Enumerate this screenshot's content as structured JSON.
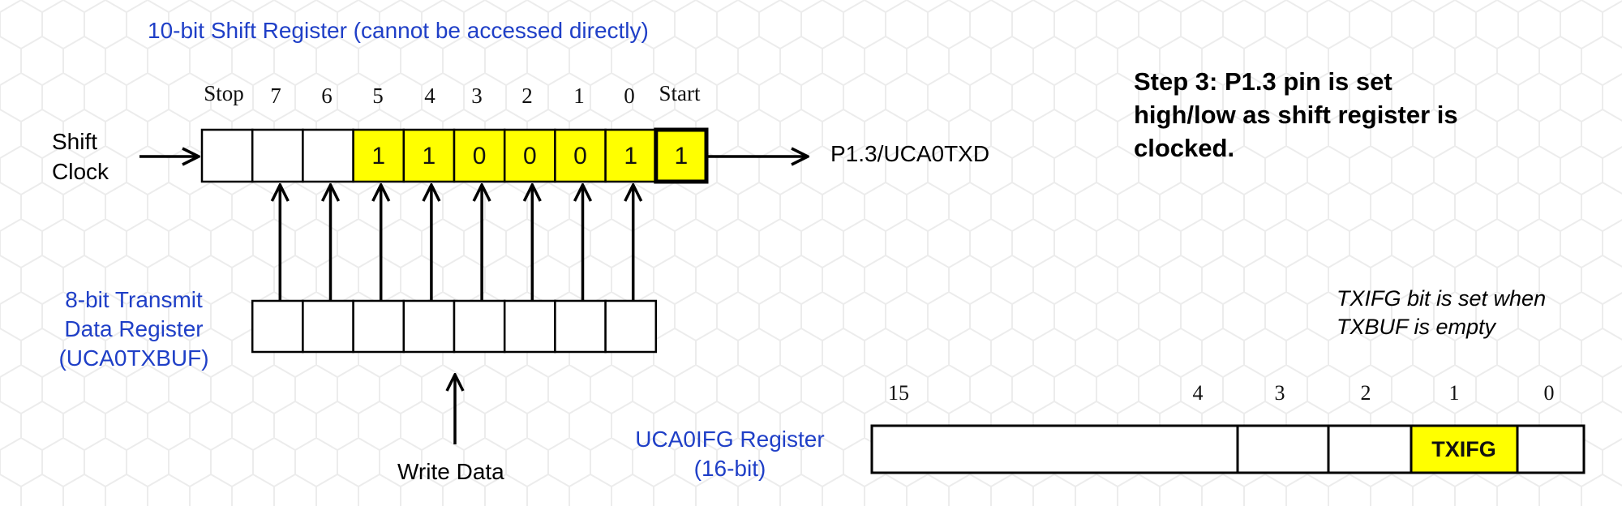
{
  "title": "10-bit Shift Register (cannot be accessed directly)",
  "shift_register": {
    "bit_labels": [
      "Stop",
      "7",
      "6",
      "5",
      "4",
      "3",
      "2",
      "1",
      "0",
      "Start"
    ],
    "cell_values": [
      "",
      "",
      "",
      "1",
      "1",
      "0",
      "0",
      "0",
      "1",
      "1"
    ],
    "highlighted": [
      false,
      false,
      false,
      true,
      true,
      true,
      true,
      true,
      true,
      true
    ]
  },
  "shift_clock_label": [
    "Shift",
    "Clock"
  ],
  "output_label": "P1.3/UCA0TXD",
  "step_text": "Step 3:  P1.3 pin is set high/low as shift register is clocked.",
  "transmit_register_label": [
    "8-bit Transmit",
    "Data Register",
    "(UCA0TXBUF)"
  ],
  "write_data_label": "Write Data",
  "txifg_note": [
    "TXIFG bit is set when",
    "TXBUF is empty"
  ],
  "ifg_register_label": [
    "UCA0IFG Register",
    "(16-bit)"
  ],
  "ifg_bit_labels": [
    "15",
    "4",
    "3",
    "2",
    "1",
    "0"
  ],
  "ifg_txifg_label": "TXIFG",
  "colors": {
    "highlight": "#ffff00",
    "label_blue": "#1f3fc7",
    "line": "#000000"
  }
}
